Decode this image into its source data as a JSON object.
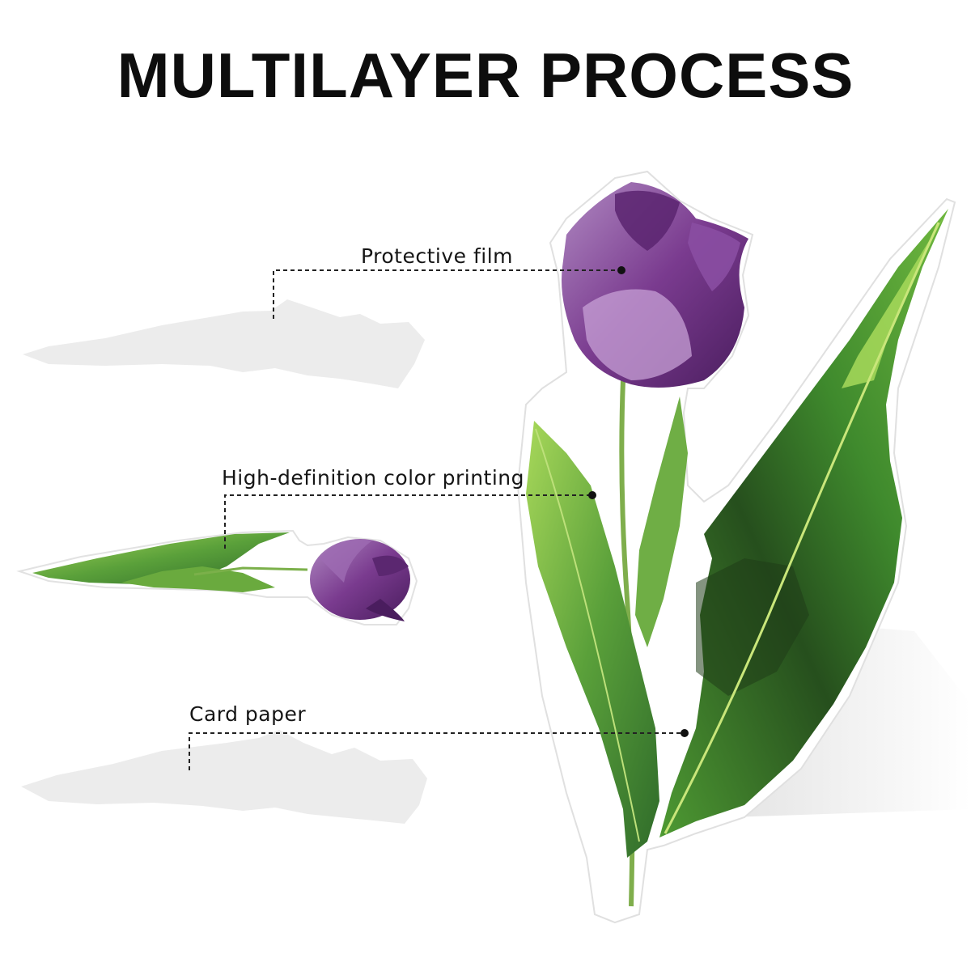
{
  "title": "MULTILAYER PROCESS",
  "layers": [
    {
      "label": "Protective film"
    },
    {
      "label": "High-definition color printing"
    },
    {
      "label": "Card paper"
    }
  ],
  "colors": {
    "petal_dark": "#4a1d5e",
    "petal": "#7a3b8f",
    "petal_light": "#a77abb",
    "leaf_dark": "#2f6b2a",
    "leaf": "#5aa03a",
    "leaf_light": "#9acd4e",
    "layer_gray": "#ececec"
  }
}
